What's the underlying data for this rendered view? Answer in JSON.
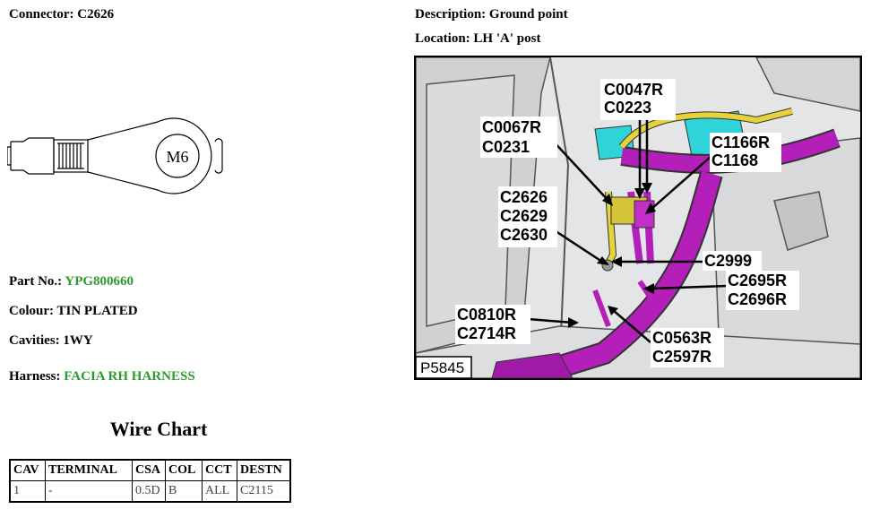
{
  "connector": {
    "label": "Connector:",
    "value": "C2626"
  },
  "description": {
    "label": "Description:",
    "value": "Ground point"
  },
  "location": {
    "label": "Location:",
    "value": "LH 'A' post"
  },
  "drawing": {
    "ring_text": "M6"
  },
  "part_no": {
    "label": "Part No.:",
    "value": "YPG800660"
  },
  "colour": {
    "label": "Colour:",
    "value": "TIN PLATED"
  },
  "cavities": {
    "label": "Cavities:",
    "value": "1WY"
  },
  "harness": {
    "label": "Harness:",
    "value": "FACIA RH HARNESS"
  },
  "link_color": "#2e9a2e",
  "wire_chart": {
    "title": "Wire Chart",
    "headers": [
      "CAV",
      "TERMINAL",
      "CSA",
      "COL",
      "CCT",
      "DESTN"
    ],
    "rows": [
      [
        "1",
        "-",
        "0.5D",
        "B",
        "ALL",
        "C2115"
      ]
    ]
  },
  "photo": {
    "id": "P5845",
    "callouts": [
      [
        "C0047R",
        "C0223"
      ],
      [
        "C0067R",
        "C0231"
      ],
      [
        "C1166R",
        "C1168"
      ],
      [
        "C2626",
        "C2629",
        "C2630"
      ],
      [
        "C2999"
      ],
      [
        "C2695R",
        "C2696R"
      ],
      [
        "C0810R",
        "C2714R"
      ],
      [
        "C0563R",
        "C2597R"
      ]
    ]
  }
}
